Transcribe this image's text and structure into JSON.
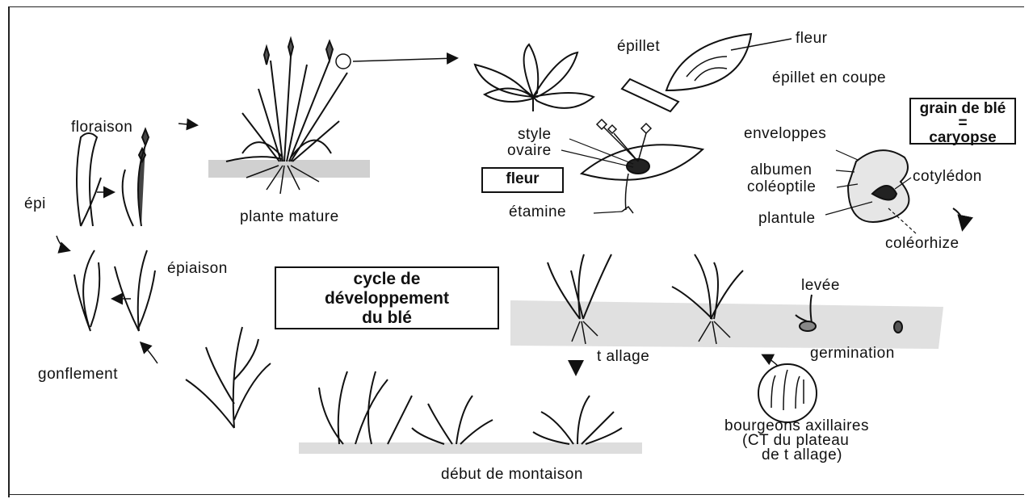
{
  "labels": {
    "floraison": "floraison",
    "epi": "épi",
    "plante_mature": "plante mature",
    "epiaison": "épiaison",
    "gonflement": "gonflement",
    "debut_montaison": "début de montaison",
    "tallage": "t allage",
    "levee": "levée",
    "germination": "germination",
    "epillet": "épillet",
    "fleur_top": "fleur",
    "epillet_coupe": "épillet en coupe",
    "style": "style",
    "ovaire": "ovaire",
    "etamine": "étamine",
    "enveloppes": "enveloppes",
    "albumen": "albumen",
    "coleoptile": "coléoptile",
    "cotyledon": "cotylédon",
    "plantule": "plantule",
    "coleorhize": "coléorhize",
    "bourgeons_1": "bourgeons axillaires",
    "bourgeons_2": "(CT du plateau",
    "bourgeons_3": "de t allage)"
  },
  "title_box": {
    "line1": "cycle de",
    "line2": "développement",
    "line3": "du blé"
  },
  "fleur_box": "fleur",
  "grain_box": {
    "line1": "grain de blé",
    "line2": "=",
    "line3": "caryopse"
  },
  "colors": {
    "ink": "#111111",
    "soil": "#d8d8d8",
    "background": "#ffffff"
  }
}
